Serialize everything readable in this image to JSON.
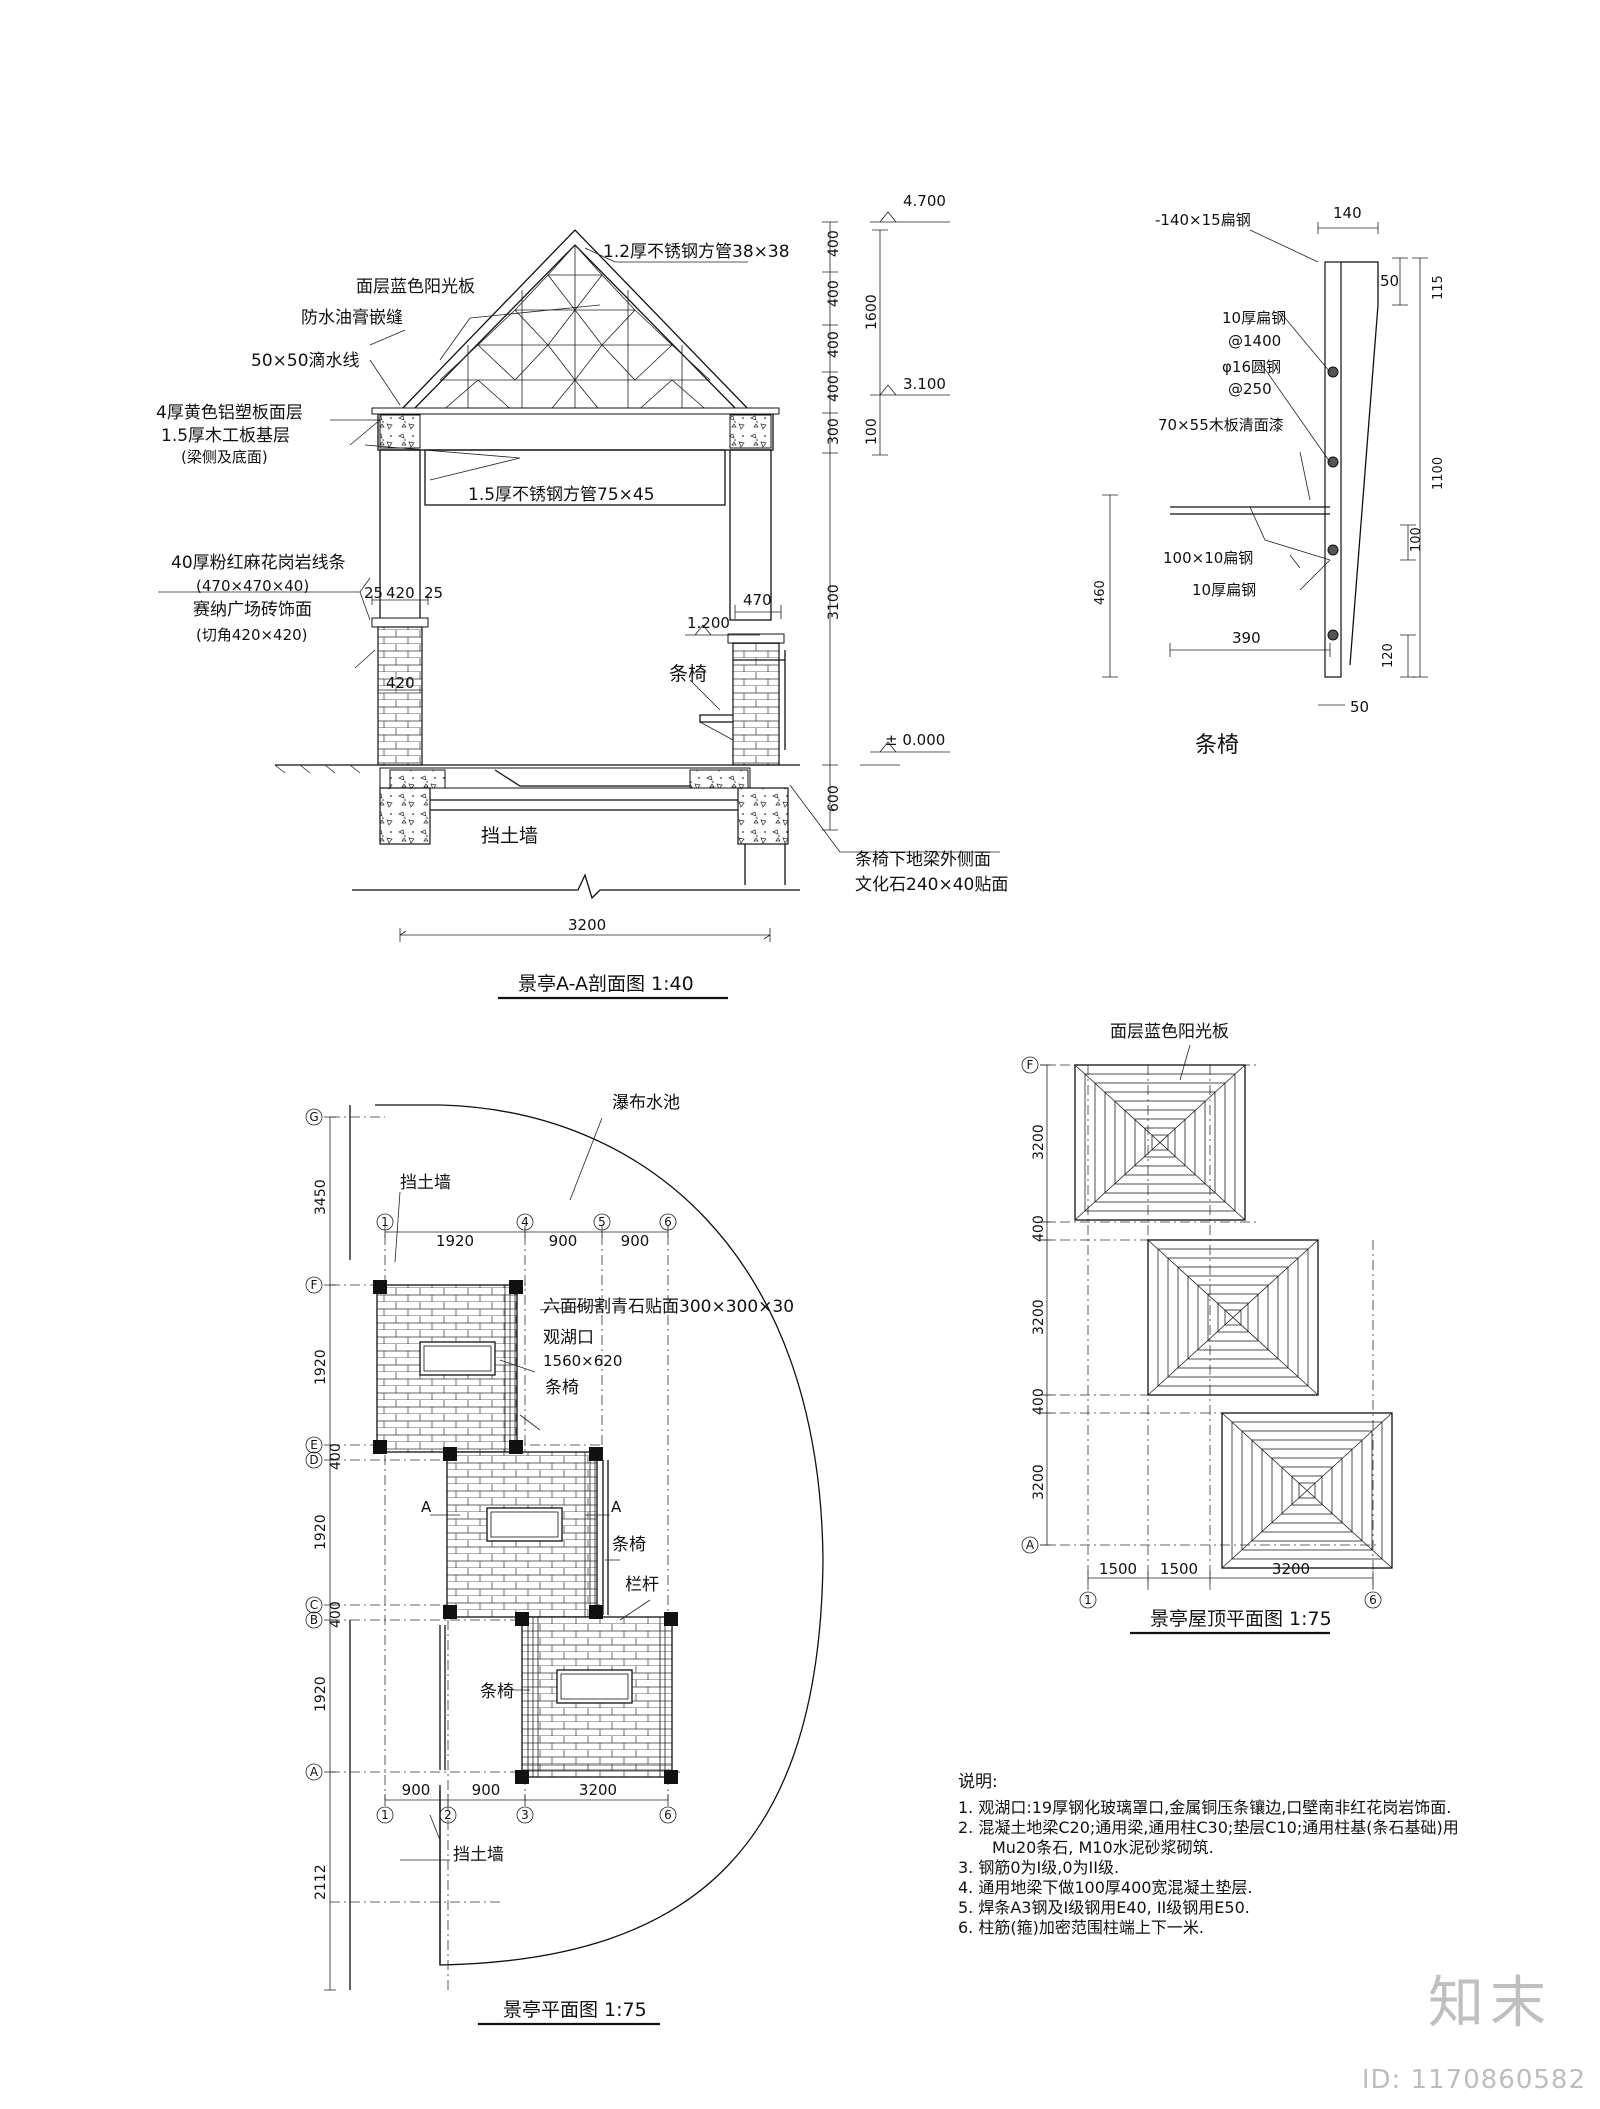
{
  "section": {
    "title": "景亭A-A剖面图 1:40",
    "labels": {
      "stainless_tube_small": "1.2厚不锈钢方管38×38",
      "roof_panel": "面层蓝色阳光板",
      "sealant": "防水油膏嵌缝",
      "drip_line": "50×50滴水线",
      "alu_panel": "4厚黄色铝塑板面层",
      "wood_base": "1.5厚木工板基层",
      "beam_note": "(梁侧及底面)",
      "stainless_tube_large": "1.5厚不锈钢方管75×45",
      "granite_strip": "40厚粉红麻花岗岩线条",
      "granite_size": "(470×470×40)",
      "brick_face": "赛纳广场砖饰面",
      "brick_cut": "(切角420×420)",
      "bench": "条椅",
      "retaining_wall": "挡土墙",
      "beam_face": "条椅下地梁外侧面",
      "culture_stone": "文化石240×40贴面"
    },
    "elevations": [
      "4.700",
      "3.100",
      "1.200",
      "± 0.000"
    ],
    "dims_vertical": [
      "400",
      "400",
      "400",
      "400",
      "1600",
      "300",
      "100",
      "3100",
      "600"
    ],
    "dims_horizontal": [
      "25",
      "420",
      "25",
      "420",
      "470",
      "3200"
    ]
  },
  "bench_detail": {
    "title": "条椅",
    "labels": {
      "flat_steel_top": "-140×15扁钢",
      "flat_steel_10": "10厚扁钢",
      "flat_steel_10_spacing": "@1400",
      "round_steel": "φ16圆钢",
      "round_steel_spacing": "@250",
      "wood_board": "70×55木板清面漆",
      "flat_steel_100": "100×10扁钢",
      "flat_steel_10b": "10厚扁钢"
    },
    "dims": [
      "140",
      "50",
      "115",
      "1100",
      "100",
      "460",
      "390",
      "120",
      "50"
    ]
  },
  "plan": {
    "title": "景亭平面图 1:75",
    "labels": {
      "waterfall_pool": "瀑布水池",
      "retaining_wall_top": "挡土墙",
      "stone_facing": "六面砌割青石贴面300×300×30",
      "viewing_port": "观湖口",
      "viewing_size": "1560×620",
      "bench_1": "条椅",
      "bench_2": "条椅",
      "railing": "栏杆",
      "bench_3": "条椅",
      "retaining_wall_bottom": "挡土墙",
      "section_mark_a1": "A",
      "section_mark_a2": "A"
    },
    "grid_rows": [
      "G",
      "F",
      "E",
      "D",
      "C",
      "B",
      "A"
    ],
    "grid_cols_top": [
      "1",
      "4",
      "5",
      "6"
    ],
    "grid_cols_bottom": [
      "1",
      "2",
      "3",
      "6"
    ],
    "dims_top": [
      "1920",
      "900",
      "900"
    ],
    "dims_bottom": [
      "900",
      "900",
      "3200"
    ],
    "dims_vertical": [
      "3450",
      "1920",
      "400",
      "1920",
      "400",
      "1920",
      "2112"
    ]
  },
  "roof_plan": {
    "title": "景亭屋顶平面图 1:75",
    "label_panel": "面层蓝色阳光板",
    "grid_rows": [
      "F",
      "A"
    ],
    "grid_cols": [
      "1",
      "6"
    ],
    "dims_vertical": [
      "3200",
      "400",
      "3200",
      "400",
      "3200"
    ],
    "dims_horizontal": [
      "1500",
      "1500",
      "3200"
    ]
  },
  "notes": {
    "title": "说明:",
    "items": [
      "1. 观湖口:19厚钢化玻璃罩口,金属铜压条镶边,口壁南非红花岗岩饰面.",
      "2. 混凝土地梁C20;通用梁,通用柱C30;垫层C10;通用柱基(条石基础)用Mu20条石, M10水泥砂浆砌筑.",
      "3.  钢筋0为I级,0为II级.",
      "4.  通用地梁下做100厚400宽混凝土垫层.",
      "5.  焊条A3钢及I级钢用E40, II级钢用E50.",
      "6.  柱筋(箍)加密范围柱端上下一米."
    ]
  },
  "watermark": {
    "brand": "知末",
    "id": "ID: 1170860582"
  }
}
